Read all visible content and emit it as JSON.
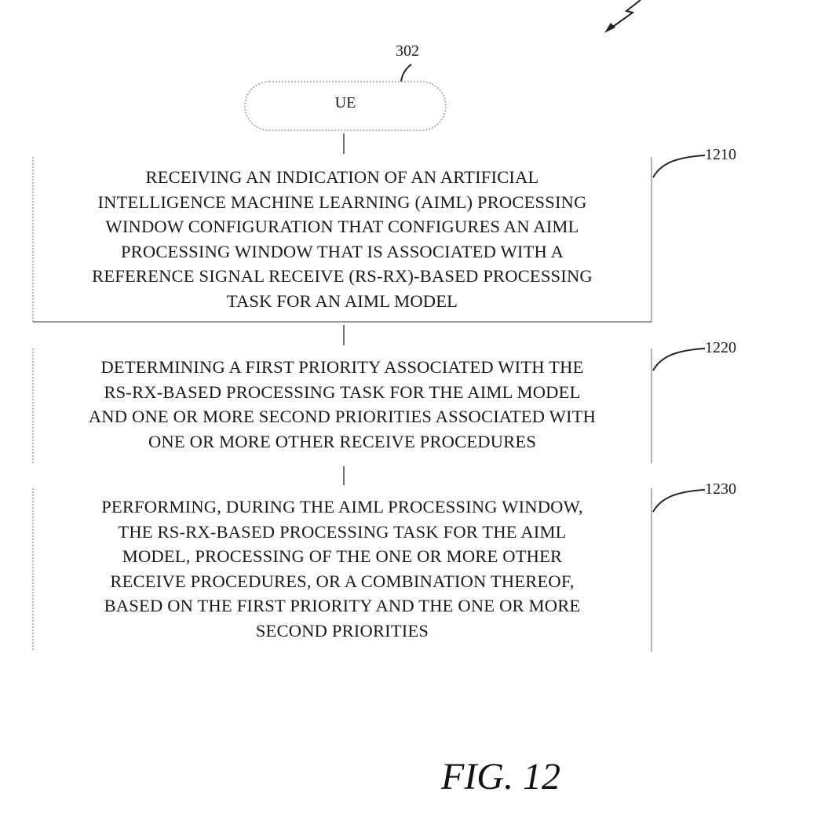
{
  "ue": {
    "ref": "302",
    "label": "UE"
  },
  "steps": [
    {
      "ref": "1210",
      "lines": [
        "RECEIVING AN INDICATION OF AN ARTIFICIAL",
        "INTELLIGENCE MACHINE LEARNING (AIML) PROCESSING",
        "WINDOW CONFIGURATION THAT CONFIGURES AN AIML",
        "PROCESSING WINDOW THAT IS ASSOCIATED WITH A",
        "REFERENCE SIGNAL RECEIVE (RS-RX)-BASED PROCESSING",
        "TASK FOR AN AIML MODEL"
      ]
    },
    {
      "ref": "1220",
      "lines": [
        "DETERMINING A FIRST PRIORITY ASSOCIATED WITH THE",
        "RS-RX-BASED PROCESSING TASK FOR THE AIML MODEL",
        "AND ONE OR MORE SECOND PRIORITIES ASSOCIATED WITH",
        "ONE OR MORE OTHER RECEIVE PROCEDURES"
      ]
    },
    {
      "ref": "1230",
      "lines": [
        "PERFORMING, DURING THE AIML PROCESSING WINDOW,",
        "THE RS-RX-BASED PROCESSING TASK FOR THE AIML",
        "MODEL, PROCESSING OF THE ONE OR MORE OTHER",
        "RECEIVE PROCEDURES, OR A COMBINATION THEREOF,",
        "BASED ON THE FIRST PRIORITY AND THE ONE OR MORE",
        "SECOND PRIORITIES"
      ]
    }
  ],
  "figure_label": "FIG. 12"
}
